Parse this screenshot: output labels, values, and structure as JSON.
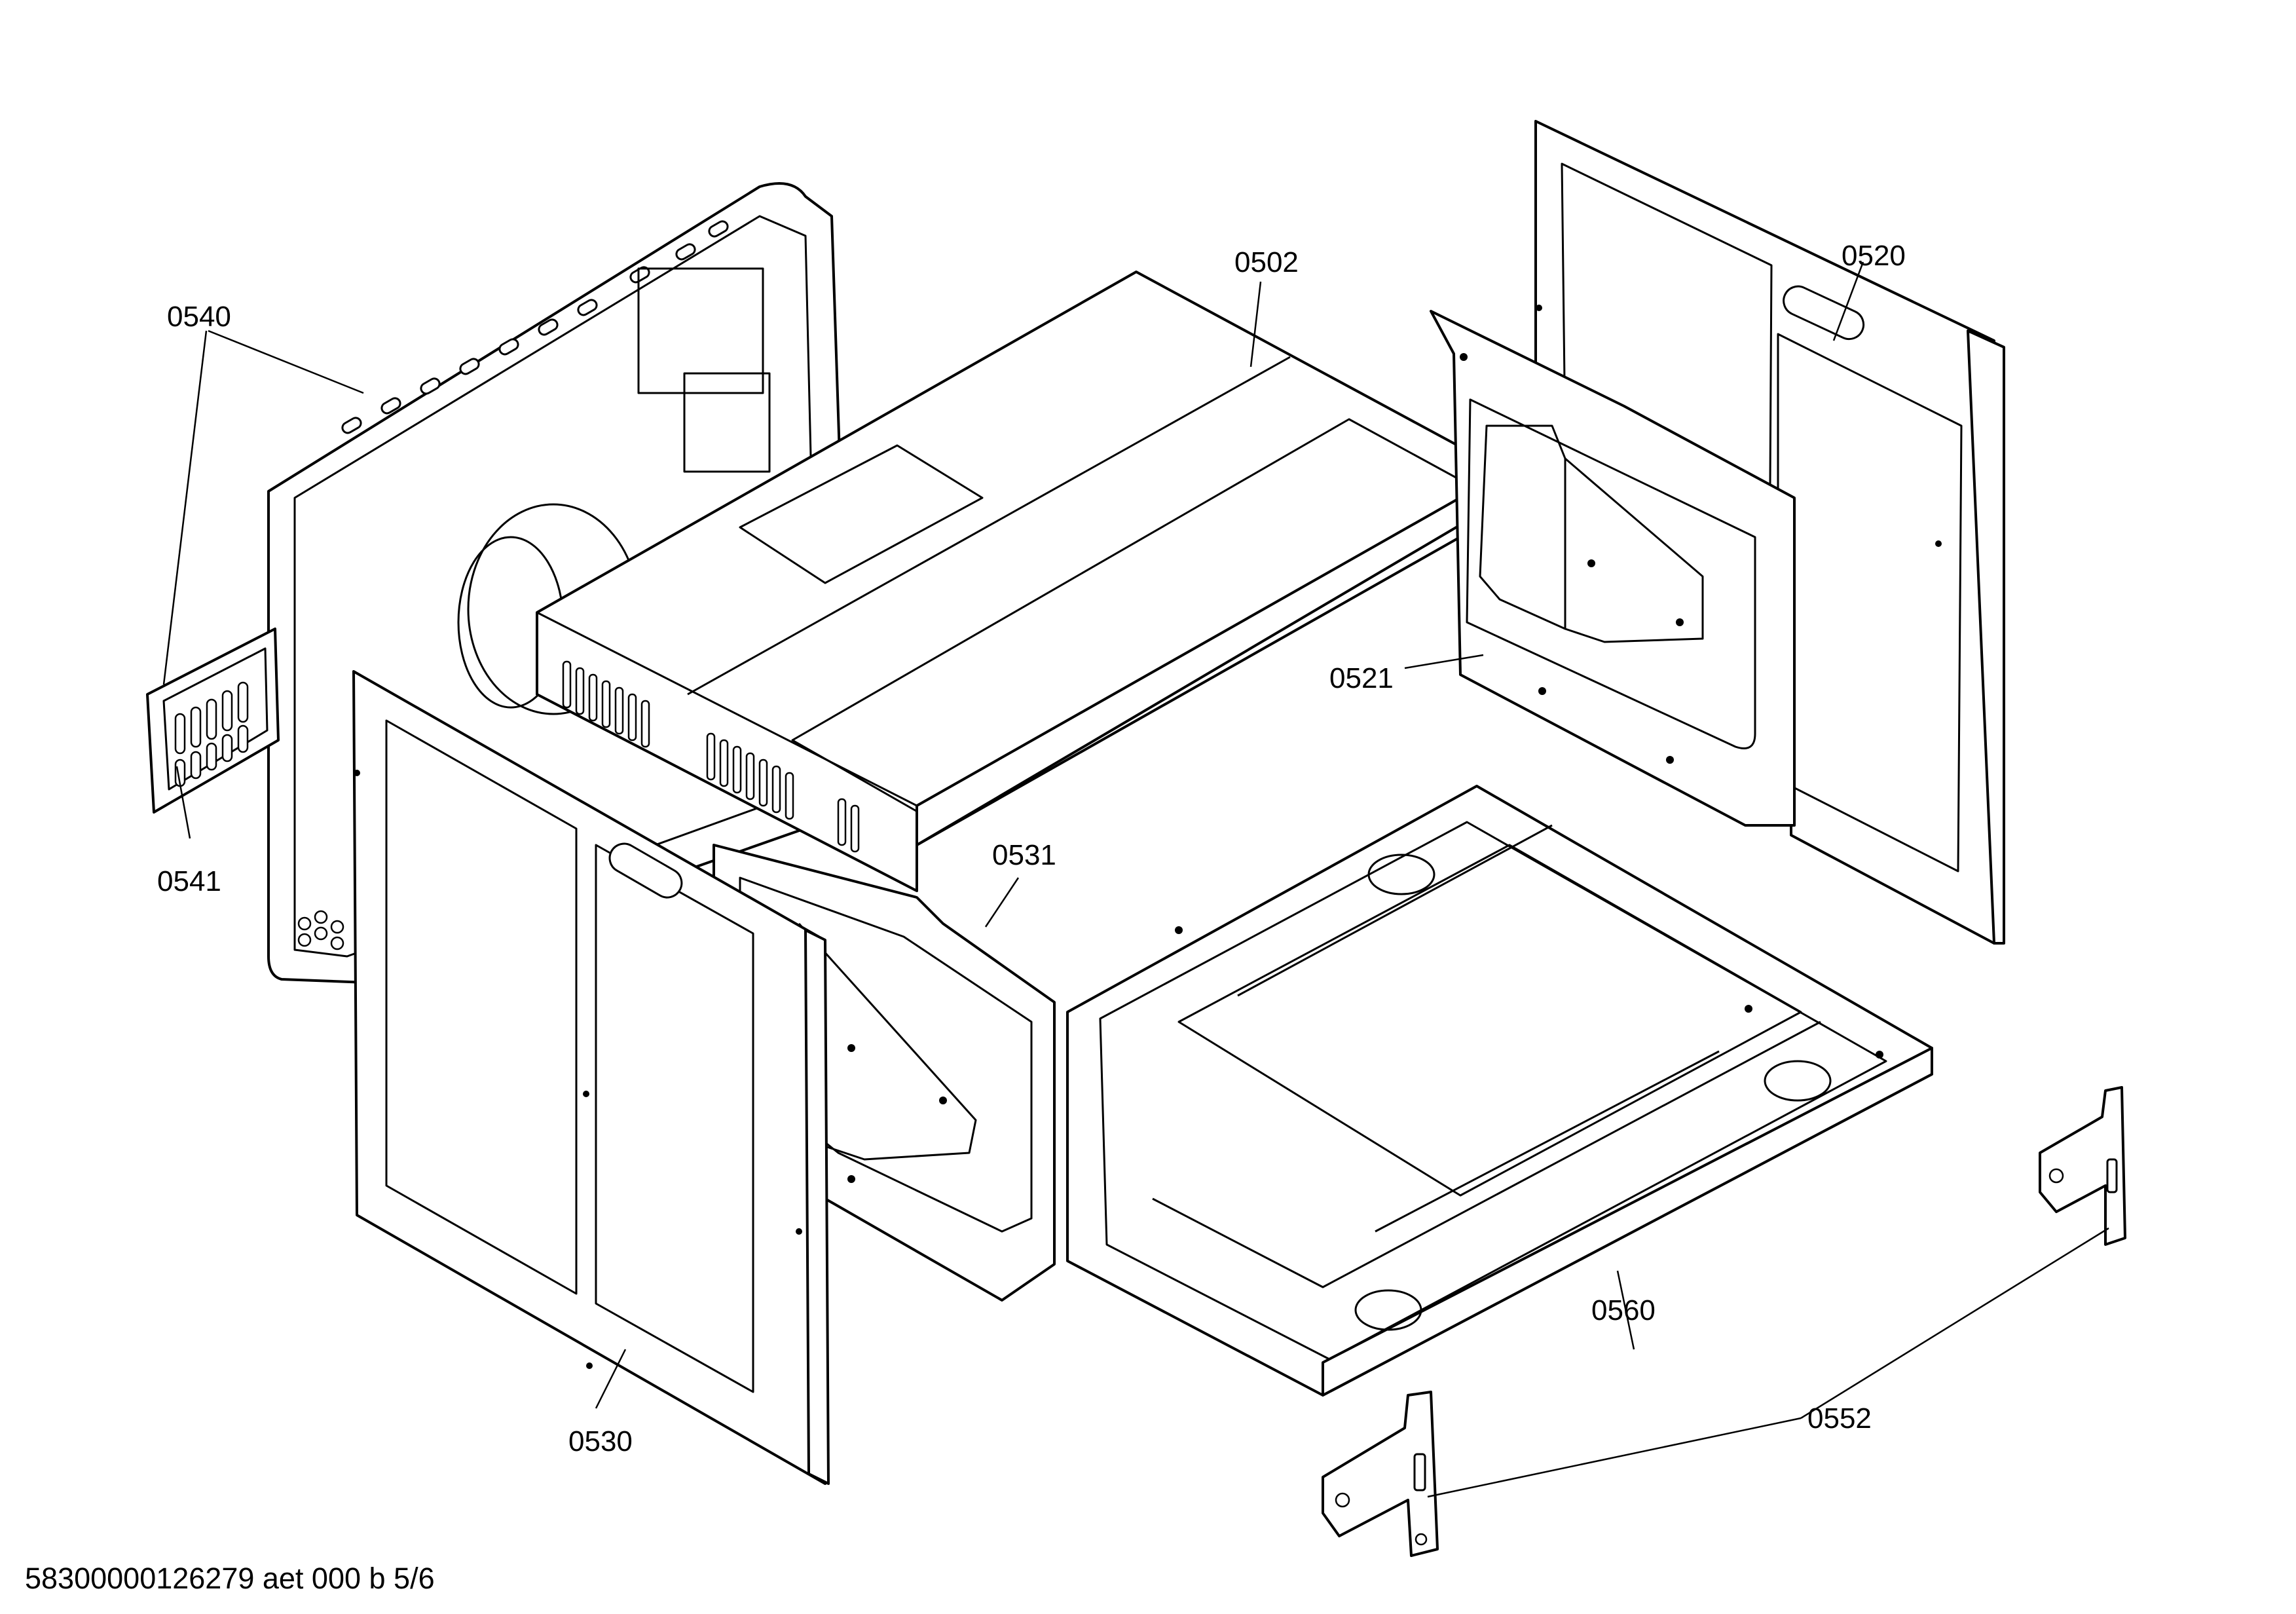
{
  "diagram": {
    "type": "exploded-parts-view",
    "callouts": [
      {
        "id": "0502",
        "label": "0502"
      },
      {
        "id": "0520",
        "label": "0520"
      },
      {
        "id": "0521",
        "label": "0521"
      },
      {
        "id": "0530",
        "label": "0530"
      },
      {
        "id": "0531",
        "label": "0531"
      },
      {
        "id": "0540",
        "label": "0540"
      },
      {
        "id": "0541",
        "label": "0541"
      },
      {
        "id": "0552",
        "label": "0552"
      },
      {
        "id": "0560",
        "label": "0560"
      }
    ],
    "document_reference": "58300000126279 aet 000 b 5/6"
  },
  "colors": {
    "line": "#000000",
    "background": "#ffffff"
  }
}
